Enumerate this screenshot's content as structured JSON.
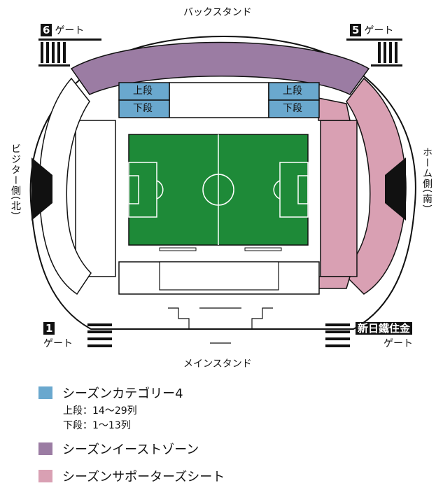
{
  "stands": {
    "back": "バックスタンド",
    "main": "メインスタンド",
    "visitor_vertical": "ビジター側(北)",
    "home_vertical": "ホーム側(南)"
  },
  "gates": {
    "g6": {
      "num": "6",
      "label": "ゲート"
    },
    "g5": {
      "num": "5",
      "label": "ゲート"
    },
    "g1": {
      "num": "1",
      "label": "ゲート"
    },
    "nittetsu": {
      "num": "新日鐵住金",
      "label": "ゲート"
    }
  },
  "blocks": {
    "upper": "上段",
    "lower": "下段"
  },
  "legend": {
    "category4": {
      "label": "シーズンカテゴリー4",
      "color": "#6aa8ce",
      "upper": "上段：14〜29列",
      "lower": "下段：1〜13列"
    },
    "east_zone": {
      "label": "シーズンイーストゾーン",
      "color": "#9b7ca3"
    },
    "supporters": {
      "label": "シーズンサポーターズシート",
      "color": "#d9a0b3"
    }
  },
  "colors": {
    "pitch": "#1e8a38",
    "line": "#111111"
  }
}
